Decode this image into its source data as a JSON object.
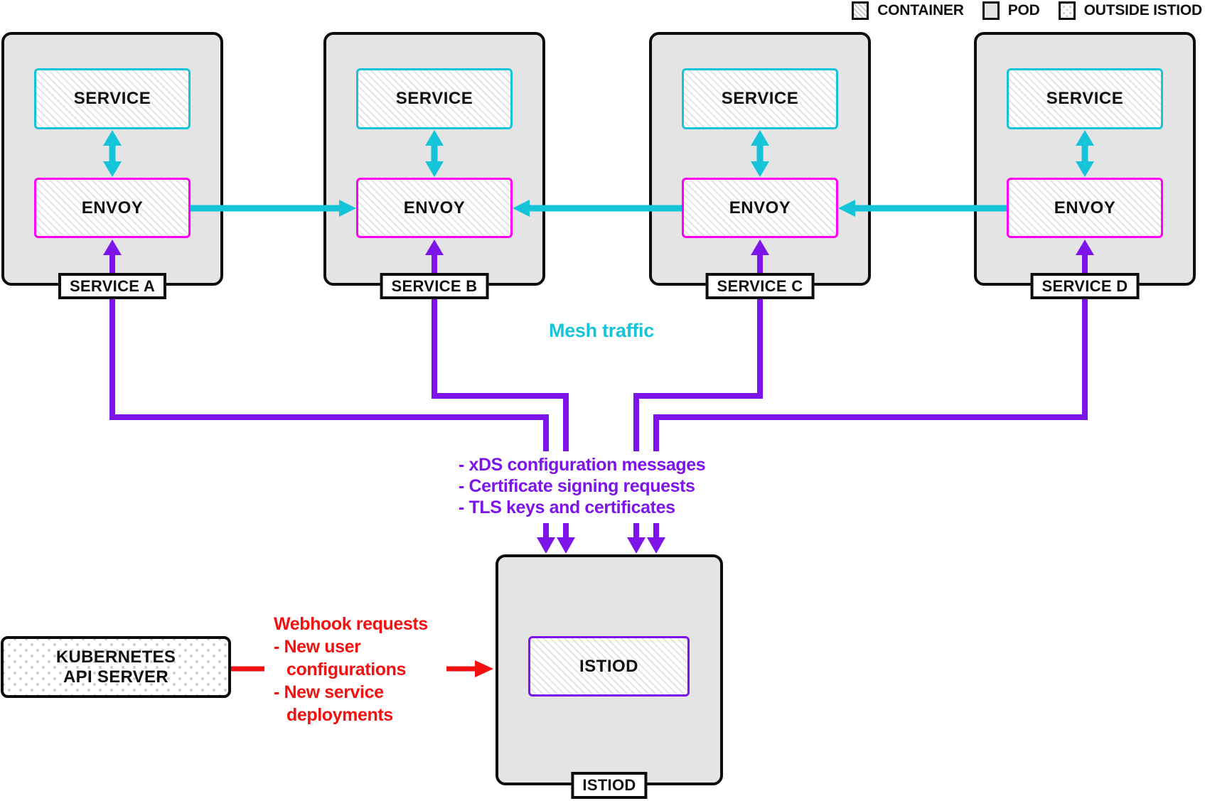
{
  "legend": {
    "items": [
      {
        "label": "CONTAINER"
      },
      {
        "label": "POD"
      },
      {
        "label": "OUTSIDE ISTIOD"
      }
    ]
  },
  "pods": [
    {
      "label": "SERVICE A",
      "service_label": "SERVICE",
      "envoy_label": "ENVOY"
    },
    {
      "label": "SERVICE B",
      "service_label": "SERVICE",
      "envoy_label": "ENVOY"
    },
    {
      "label": "SERVICE C",
      "service_label": "SERVICE",
      "envoy_label": "ENVOY"
    },
    {
      "label": "SERVICE D",
      "service_label": "SERVICE",
      "envoy_label": "ENVOY"
    }
  ],
  "mesh_traffic_label": "Mesh traffic",
  "control_plane_notes": {
    "lines": [
      "- xDS configuration messages",
      "- Certificate signing requests",
      "- TLS keys and certificates"
    ]
  },
  "webhook_notes": {
    "title": "Webhook requests",
    "lines": [
      "- New user",
      "configurations",
      "- New service",
      "deployments"
    ]
  },
  "kubernetes_api_server": {
    "line1": "KUBERNETES",
    "line2": "API SERVER"
  },
  "istiod": {
    "container_label": "ISTIOD",
    "pod_label": "ISTIOD"
  },
  "colors": {
    "cyan": "#16c4d9",
    "magenta": "#ff00f4",
    "purple": "#7d14e9",
    "red": "#f31010",
    "pod-gray": "#e4e4e4"
  }
}
